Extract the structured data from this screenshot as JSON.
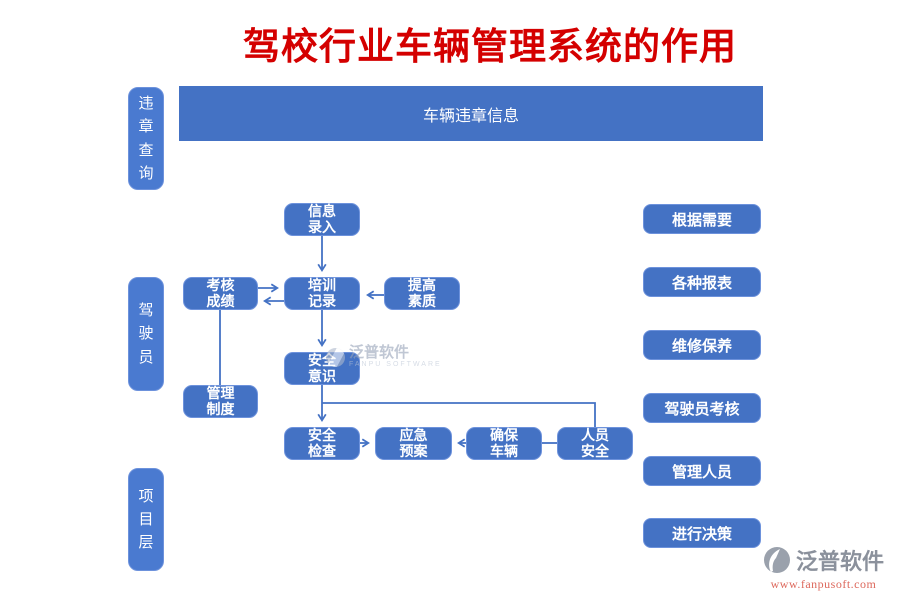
{
  "title": "驾校行业车辆管理系统的作用",
  "banner": {
    "label": "车辆违章信息"
  },
  "lanes": [
    {
      "id": "weizhang-chaxun",
      "label": "违\n章\n查\n询"
    },
    {
      "id": "jiashiyuan",
      "label": "驾\n驶\n员"
    },
    {
      "id": "xiangmuceng",
      "label": "项\n目\n层"
    }
  ],
  "flow_nodes": [
    {
      "id": "xinxi-luru",
      "label": "信息\n录入"
    },
    {
      "id": "kaohe-chengji",
      "label": "考核\n成绩"
    },
    {
      "id": "peixun-jilu",
      "label": "培训\n记录"
    },
    {
      "id": "tigao-suzhi",
      "label": "提高\n素质"
    },
    {
      "id": "anquan-yishi",
      "label": "安全\n意识"
    },
    {
      "id": "guanli-zhidu",
      "label": "管理\n制度"
    },
    {
      "id": "anquan-jiancha",
      "label": "安全\n检查"
    },
    {
      "id": "yingji-yuan",
      "label": "应急\n预案"
    },
    {
      "id": "quebao-cheliang",
      "label": "确保\n车辆"
    },
    {
      "id": "renyuan-anquan",
      "label": "人员\n安全"
    }
  ],
  "right_nodes": [
    {
      "label": "根据需要"
    },
    {
      "label": "各种报表"
    },
    {
      "label": "维修保养"
    },
    {
      "label": "驾驶员考核"
    },
    {
      "label": "管理人员"
    },
    {
      "label": "进行决策"
    }
  ],
  "watermark": {
    "text": "泛普软件",
    "subtext": "FANPU SOFTWARE"
  },
  "footer": {
    "brand": "泛普软件",
    "url": "www.fanpusoft.com"
  },
  "colors": {
    "node_blue": "#4472C4",
    "node_border": "#6d92dc",
    "title_red": "#d40000",
    "connector_blue": "#4472C4",
    "footer_gray": "#8b919c",
    "footer_url_red": "#dd685c"
  }
}
